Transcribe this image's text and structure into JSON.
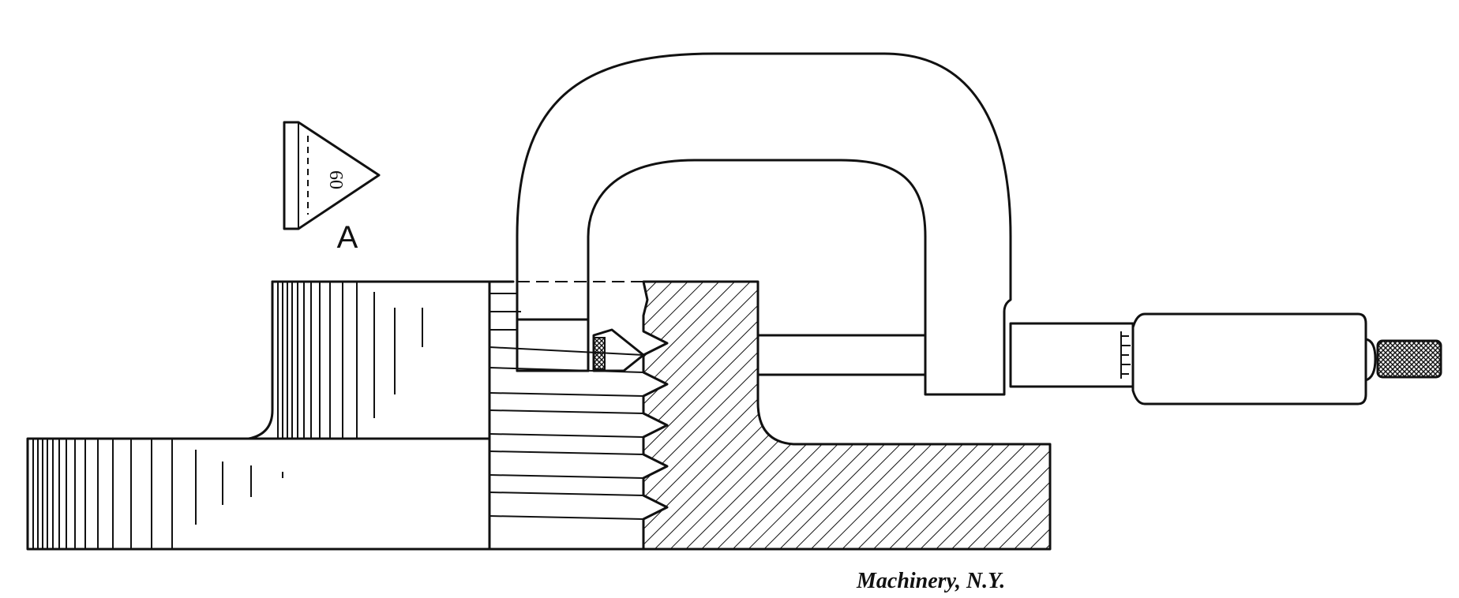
{
  "figure": {
    "gauge_angle_label": "60",
    "gauge_letter": "A",
    "credit": "Machinery, N.Y."
  }
}
